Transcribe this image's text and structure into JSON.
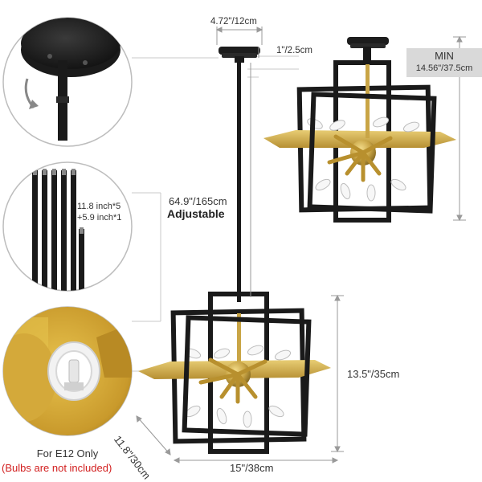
{
  "dimensions": {
    "canopy_diameter": "4.72\"/12cm",
    "canopy_height": "1\"/2.5cm",
    "min_label": "MIN",
    "min_height": "14.56\"/37.5cm",
    "overall_height": "64.9\"/165cm",
    "adjustable": "Adjustable",
    "rods_1": "11.8 inch*5",
    "rods_2": "+5.9 inch*1",
    "fixture_height": "13.5\"/35cm",
    "width": "15\"/38cm",
    "depth": "11.8\"/30cm"
  },
  "socket_note": {
    "line1": "For E12 Only",
    "line2": "(Bulbs are not included)"
  },
  "colors": {
    "frame": "#1a1a1a",
    "gold": "#c9a546",
    "note_red": "#d21f1f",
    "guide_gray": "#c8c8c8"
  }
}
